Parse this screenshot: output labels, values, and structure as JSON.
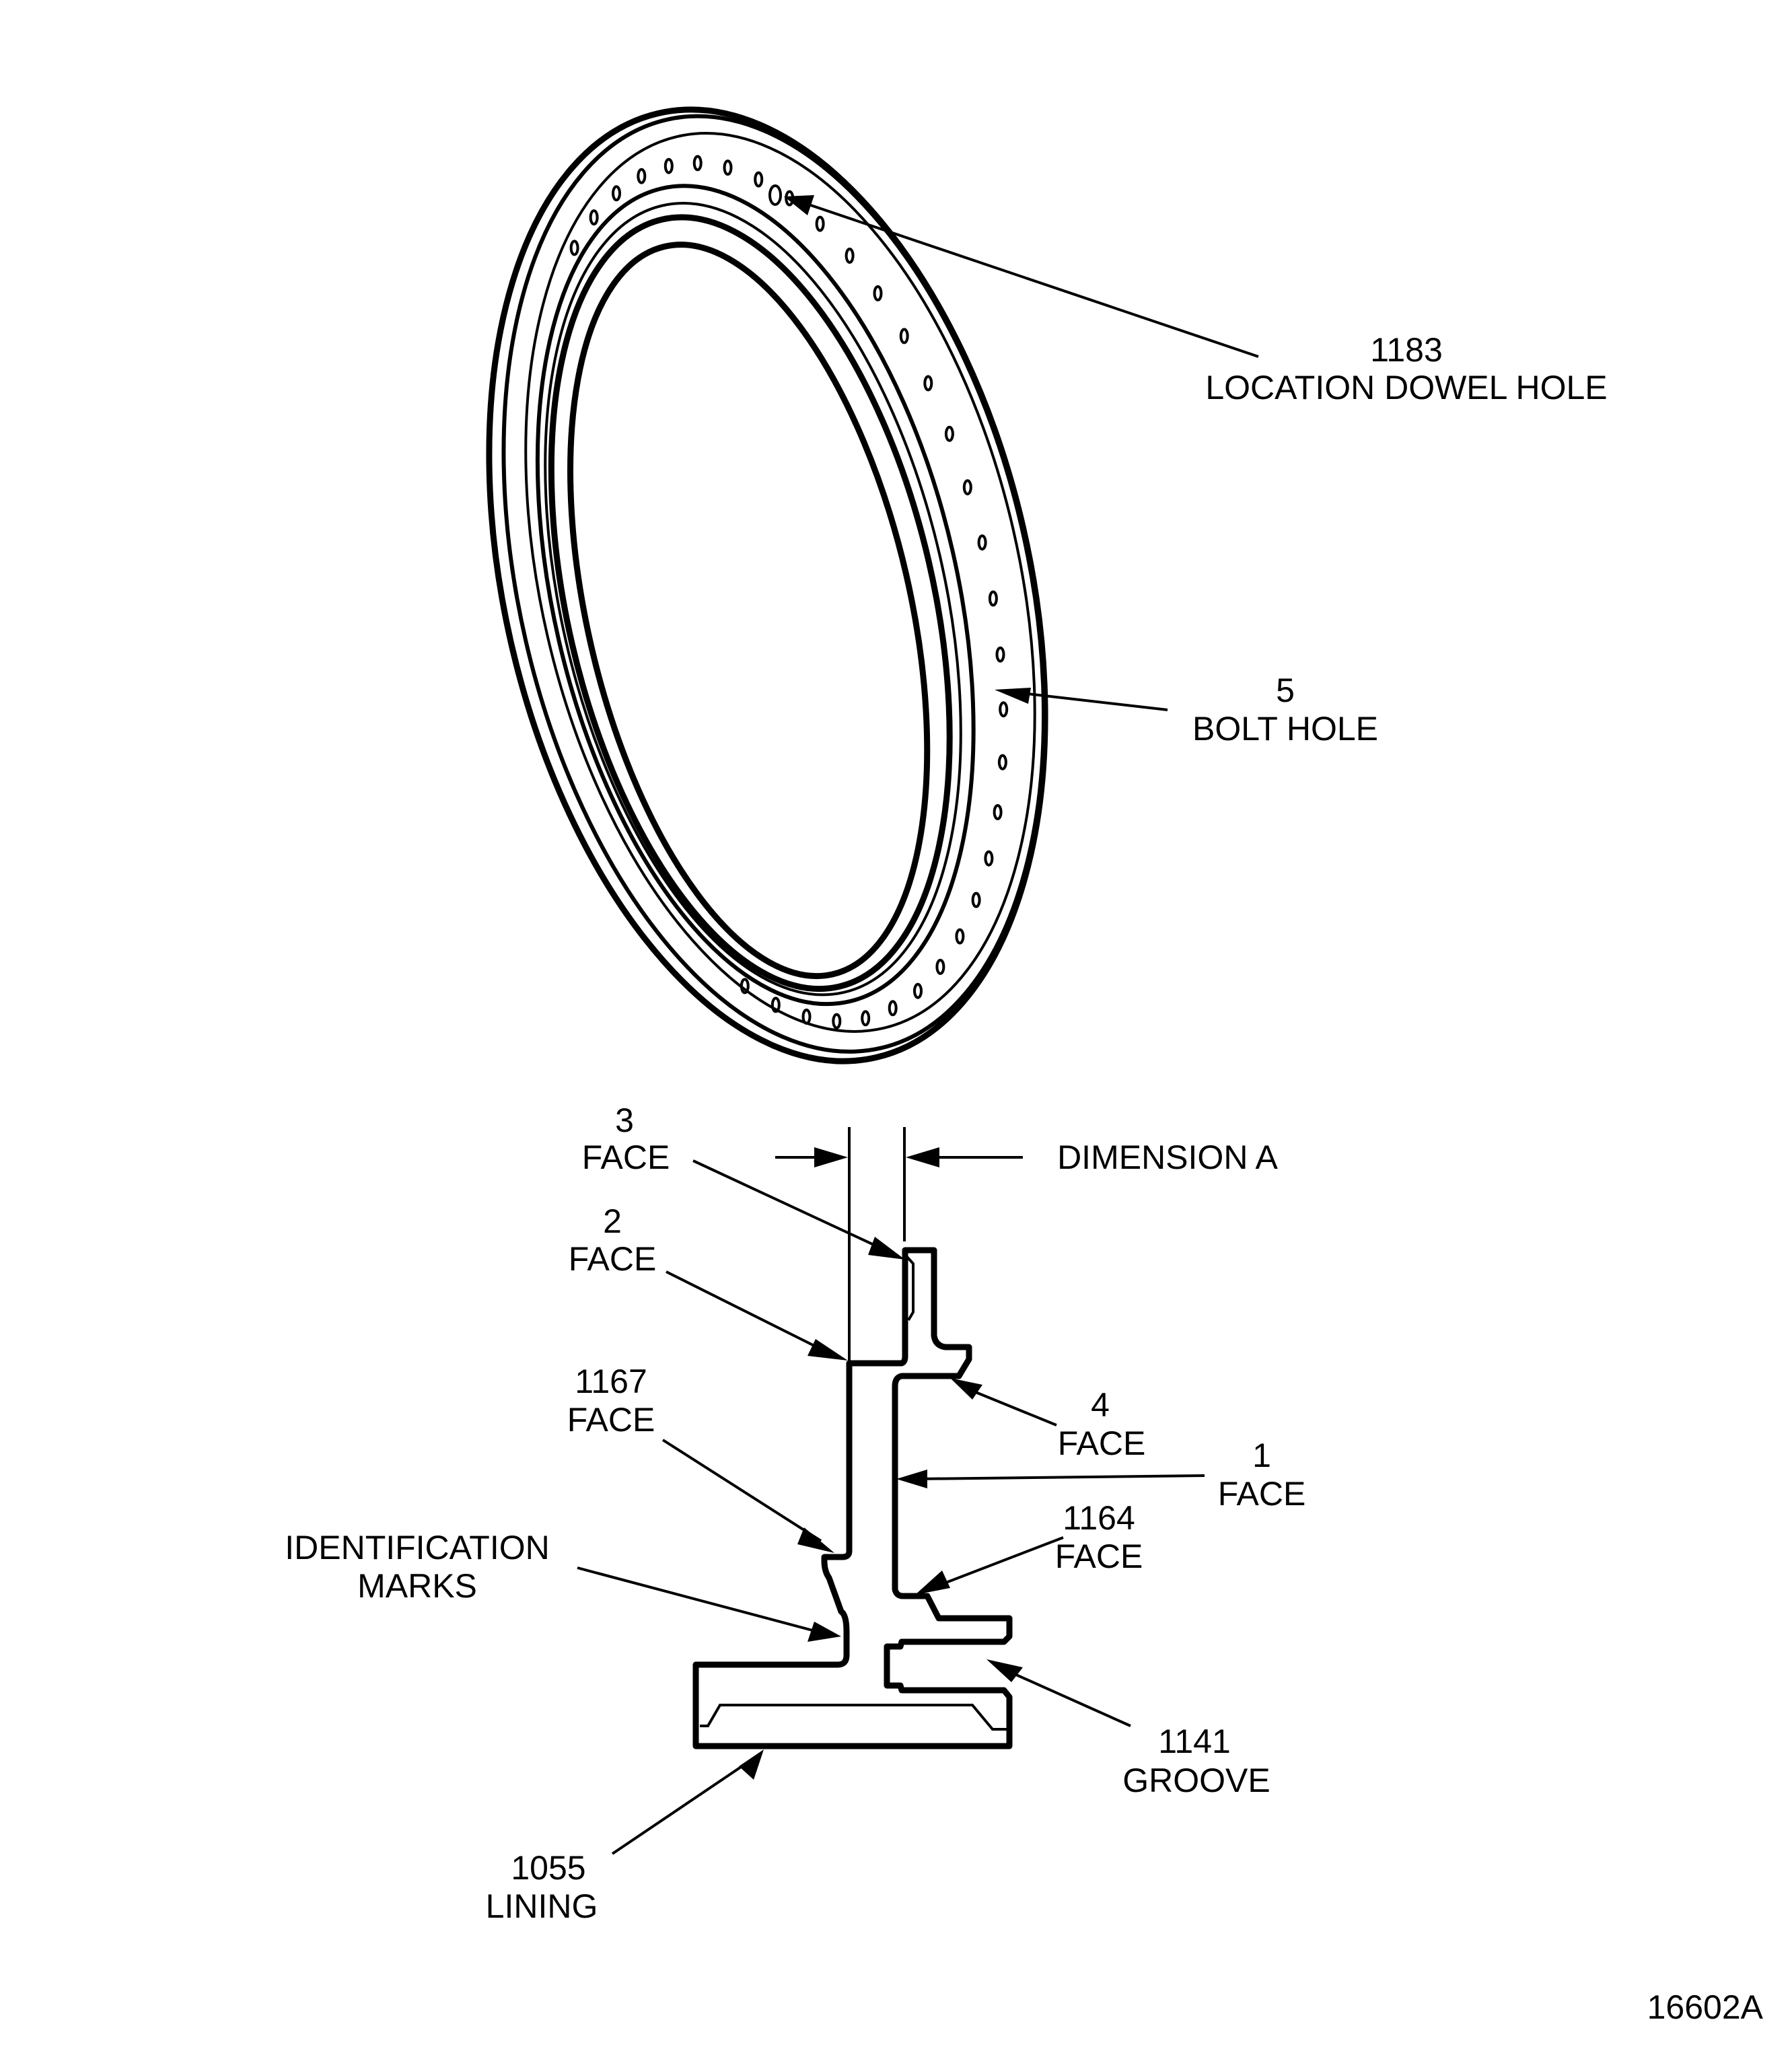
{
  "figure": {
    "number": "16602A",
    "ring_view": {
      "callouts": [
        {
          "id": "location-dowel-hole",
          "number": "1183",
          "text": "LOCATION DOWEL HOLE"
        },
        {
          "id": "bolt-hole",
          "number": "5",
          "text": "BOLT HOLE"
        }
      ]
    },
    "section_view": {
      "dimension_label": "DIMENSION A",
      "callouts": [
        {
          "id": "face-3",
          "number": "3",
          "text": "FACE"
        },
        {
          "id": "face-2",
          "number": "2",
          "text": "FACE"
        },
        {
          "id": "face-1167",
          "number": "1167",
          "text": "FACE"
        },
        {
          "id": "identification-marks",
          "number": "",
          "text": "IDENTIFICATION MARKS"
        },
        {
          "id": "face-4",
          "number": "4",
          "text": "FACE"
        },
        {
          "id": "face-1",
          "number": "1",
          "text": "FACE"
        },
        {
          "id": "face-1164",
          "number": "1164",
          "text": "FACE"
        },
        {
          "id": "groove-1141",
          "number": "1141",
          "text": "GROOVE"
        },
        {
          "id": "lining-1055",
          "number": "1055",
          "text": "LINING"
        }
      ]
    }
  }
}
